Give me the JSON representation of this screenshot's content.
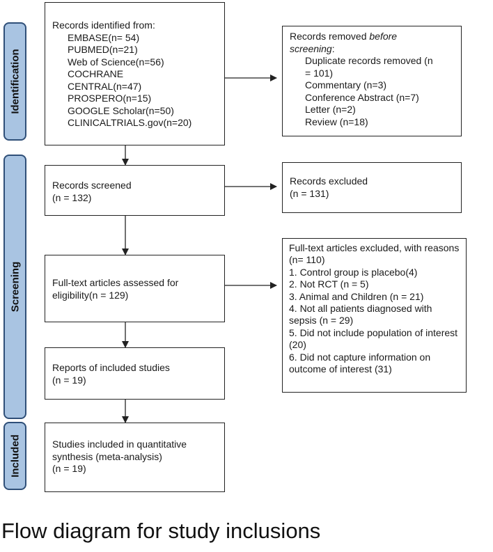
{
  "phases": {
    "identification": "Identification",
    "screening": "Screening",
    "included": "Included"
  },
  "identified_box": {
    "heading": "Records identified from:",
    "sources": [
      "EMBASE(n= 54)",
      "PUBMED(n=21)",
      "Web of Science(n=56)",
      "COCHRANE",
      "CENTRAL(n=47)",
      "PROSPERO(n=15)",
      "GOOGLE Scholar(n=50)",
      "CLINICALTRIALS.gov(n=20)"
    ]
  },
  "removed_box": {
    "heading_prefix": "Records removed ",
    "heading_emph": "before",
    "heading_suffix": "screening",
    "heading_colon": ":",
    "items": [
      "Duplicate records removed (n",
      "= 101)",
      "Commentary (n=3)",
      "Conference Abstract (n=7)",
      "Letter (n=2)",
      "Review (n=18)"
    ]
  },
  "screened_box": {
    "line1": "Records screened",
    "line2": "(n = 132)"
  },
  "excluded_box": {
    "line1": "Records excluded",
    "line2": "(n = 131)"
  },
  "fulltext_box": {
    "line1": "Full-text articles assessed for",
    "line2": "eligibility(n = 129)"
  },
  "fulltext_excluded_box": {
    "lines": [
      "Full-text articles excluded, with reasons",
      "(n= 110)",
      "1. Control group is placebo(4)",
      "2. Not RCT (n = 5)",
      "3. Animal and Children (n = 21)",
      "4. Not all patients diagnosed with",
      "sepsis (n = 29)",
      "5. Did not include population of interest",
      "(20)",
      "6. Did not capture information on",
      "outcome of interest (31)"
    ]
  },
  "reports_box": {
    "line1": "Reports of included studies",
    "line2": "(n = 19)"
  },
  "included_box": {
    "line1": "Studies included in quantitative",
    "line2": "synthesis (meta-analysis)",
    "line3": "(n = 19)"
  },
  "caption": "Flow diagram for study inclusions",
  "colors": {
    "phase_fill": "#a9c4e2",
    "phase_border": "#2f4f78",
    "line": "#222222"
  }
}
